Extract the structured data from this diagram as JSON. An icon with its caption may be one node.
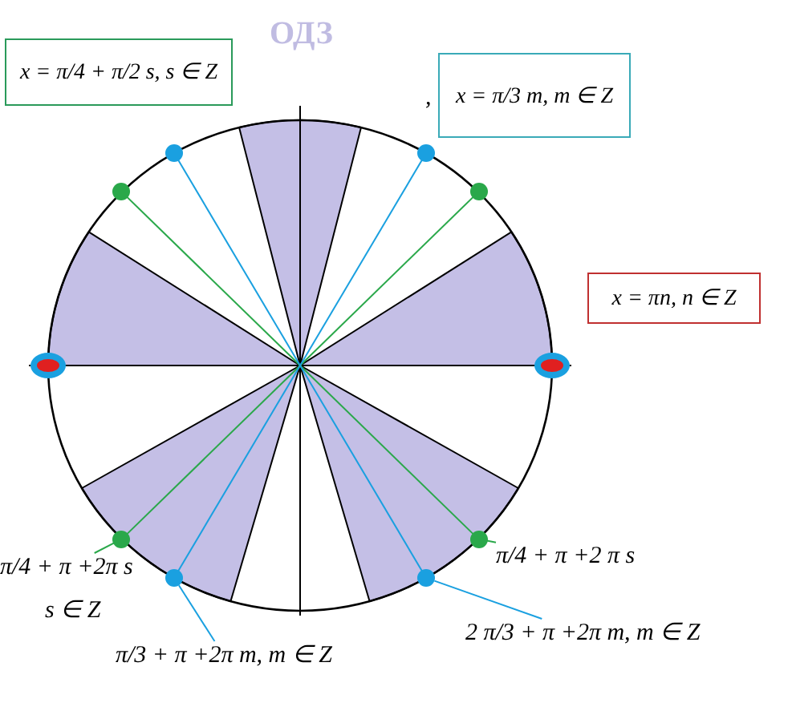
{
  "diagram": {
    "title": "ОДЗ",
    "nodes": [
      {
        "text": [
          "x = π/4 + π/2 s, s ∈ Z"
        ]
      },
      {
        "text": [
          "x = π/3 m, m ∈ Z"
        ]
      },
      {
        "text": [
          "x = πn, n ∈ Z"
        ]
      },
      {
        "text": [],
        "shape": "circle"
      },
      {
        "text": [],
        "shape": "circle"
      },
      {
        "text": [],
        "shape": "circle"
      },
      {
        "text": [],
        "shape": "circle"
      },
      {
        "text": [],
        "shape": "circle"
      },
      {
        "text": [],
        "shape": "circle"
      },
      {
        "text": [],
        "shape": "circle"
      },
      {
        "text": [],
        "shape": "circle"
      },
      {
        "text": [],
        "shape": "circle"
      },
      {
        "text": [],
        "shape": "circle"
      },
      {
        "text": [
          "π/4 + π +2 π s"
        ]
      },
      {
        "text": [
          "π/4 + π +2π s"
        ]
      },
      {
        "text": [
          "2 π/3 + π +2π m, m ∈ Z"
        ]
      },
      {
        "text": [
          "π/3 + π +2π m, m ∈ Z"
        ]
      }
    ],
    "edges": [
      {
        "from": 13,
        "to": 9,
        "arrow": "none",
        "color": "#2aa84a"
      },
      {
        "from": 14,
        "to": 10,
        "arrow": "none",
        "color": "#2aa84a"
      },
      {
        "from": 15,
        "to": 11,
        "arrow": "none",
        "color": "#1aa0e0"
      },
      {
        "from": 16,
        "to": 12,
        "arrow": "none",
        "color": "#1aa0e0"
      }
    ],
    "labels": [
      ",",
      "s ∈ Z"
    ]
  }
}
